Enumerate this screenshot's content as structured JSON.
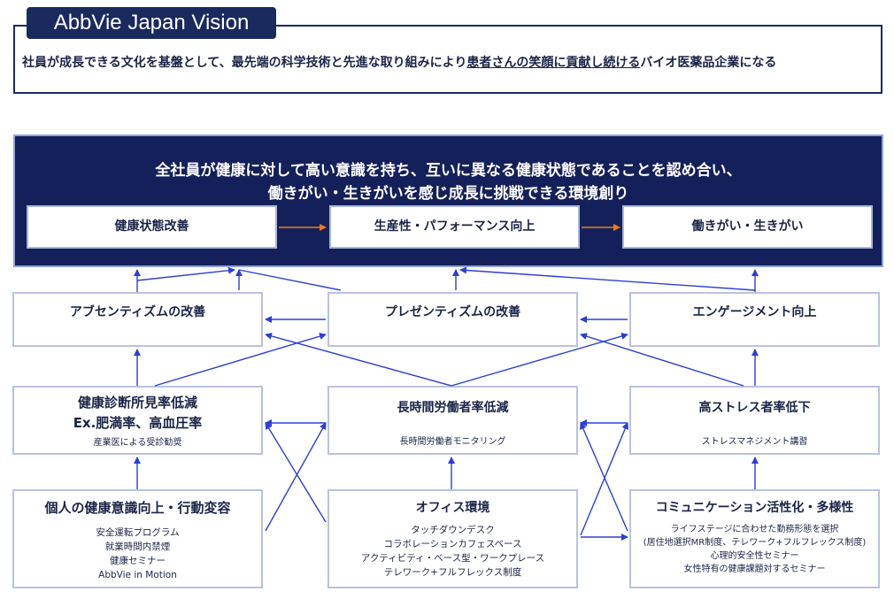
{
  "vision": {
    "title": "AbbVie Japan Vision",
    "text_pre": "社員が成長できる文化を基盤として、最先端の科学技術と先進な取り組みにより",
    "text_hl": "患者さんの笑顔に貢献し続ける",
    "text_post": "バイオ医薬品企業になる"
  },
  "goal": {
    "line1": "全社員が健康に対して高い意識を持ち、互いに異なる健康状態であることを認め合い、",
    "line2": "働きがい・生きがいを感じ成長に挑戦できる環境創り",
    "boxes": [
      "健康状態改善",
      "生産性・パフォーマンス向上",
      "働きがい・生きがい"
    ]
  },
  "row1": [
    "アブセンティズムの改善",
    "プレゼンティズムの改善",
    "エンゲージメント向上"
  ],
  "row2": [
    {
      "title": "健康診断所見率低減",
      "title2": "Ex.肥満率、高血圧率",
      "sub": "産業医による受診勧奨"
    },
    {
      "title": "長時間労働者率低減",
      "sub": "長時間労働者モニタリング"
    },
    {
      "title": "高ストレス者率低下",
      "sub": "ストレスマネジメント講習"
    }
  ],
  "row3": [
    {
      "title": "個人の健康意識向上・行動変容",
      "items": [
        "安全運転プログラム",
        "就業時間内禁煙",
        "健康セミナー",
        "AbbVie in Motion"
      ]
    },
    {
      "title": "オフィス環境",
      "items": [
        "タッチダウンデスク",
        "コラボレーションカフェスペース",
        "アクティビティ・ベース型・ワークプレース",
        "テレワーク+フルフレックス制度"
      ]
    },
    {
      "title": "コミュニケーション活性化・多様性",
      "items": [
        "ライフステージに合わせた勤務形態を選択",
        "(居住地選択MR制度、テレワーク+フルフレックス制度)",
        "心理的安全性セミナー",
        "女性特有の健康課題対するセミナー"
      ]
    }
  ],
  "colors": {
    "navy": "#14205a",
    "arrow": "#2a3fd6",
    "orange": "#f07a1a",
    "border": "#b9c2e2"
  }
}
